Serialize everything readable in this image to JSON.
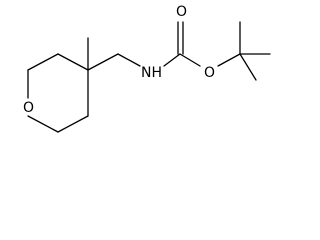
{
  "molecule": {
    "atoms": {
      "ring_oxygen": "O",
      "amine_nitrogen": "NH",
      "carbonyl_oxygen": "O",
      "ester_oxygen": "O"
    }
  }
}
